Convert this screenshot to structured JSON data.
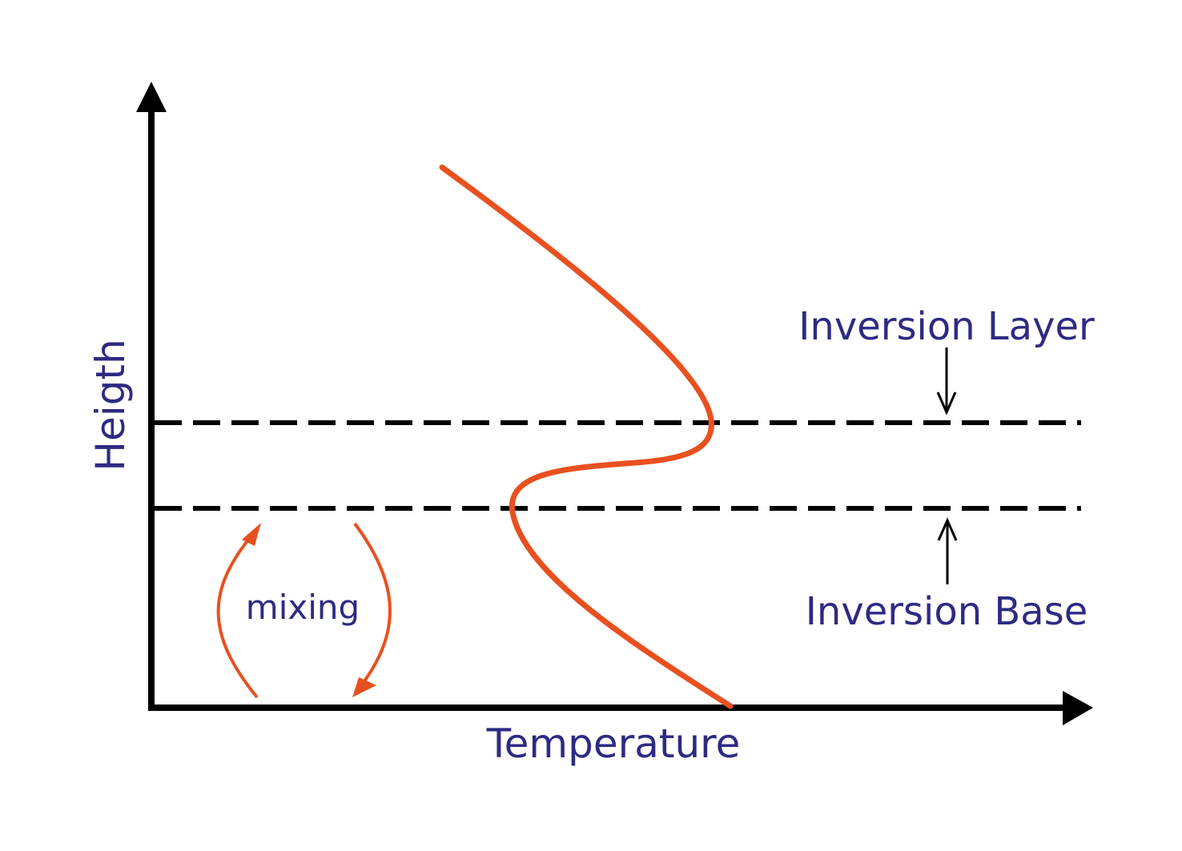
{
  "labels": {
    "x_axis": "Temperature",
    "y_axis": "Heigth",
    "inversion_layer": "Inversion Layer",
    "inversion_base": "Inversion Base",
    "mixing": "mixing"
  },
  "colors": {
    "axis": "#000000",
    "profile": "#e9501f",
    "text": "#2e2a84",
    "dashed": "#000000"
  }
}
